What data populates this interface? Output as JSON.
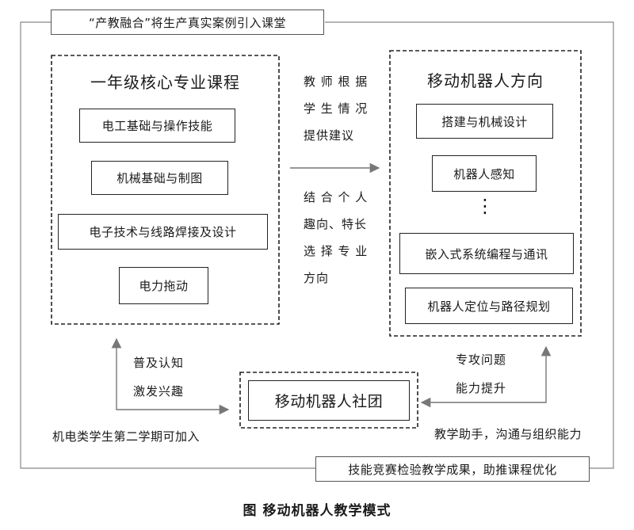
{
  "banner_top": "“产教融合”将生产真实案例引入课堂",
  "banner_bottom": "技能竞赛检验教学成果，助推课程优化",
  "left_group": {
    "title": "一年级核心专业课程",
    "courses": [
      "电工基础与操作技能",
      "机械基础与制图",
      "电子技术与线路焊接及设计",
      "电力拖动"
    ]
  },
  "right_group": {
    "title": "移动机器人方向",
    "items": [
      "搭建与机械设计",
      "机器人感知",
      "嵌入式系统编程与通讯",
      "机器人定位与路径规划"
    ],
    "ellipsis": "⋮"
  },
  "middle_text": {
    "teacher_advice": [
      "教 师 根 据",
      "学 生 情 况",
      "提供建议"
    ],
    "interest_select": [
      "结 合 个 人",
      "趣向、特长",
      "选 择 专 业",
      "方向"
    ]
  },
  "club": {
    "name": "移动机器人社团",
    "left_annotation": [
      "普及认知",
      "激发兴趣"
    ],
    "join_note": "机电类学生第二学期可加入",
    "right_annotation": [
      "专攻问题",
      "能力提升"
    ],
    "bottom_note": "教学助手，沟通与组织能力"
  },
  "caption": "图  移动机器人教学模式"
}
